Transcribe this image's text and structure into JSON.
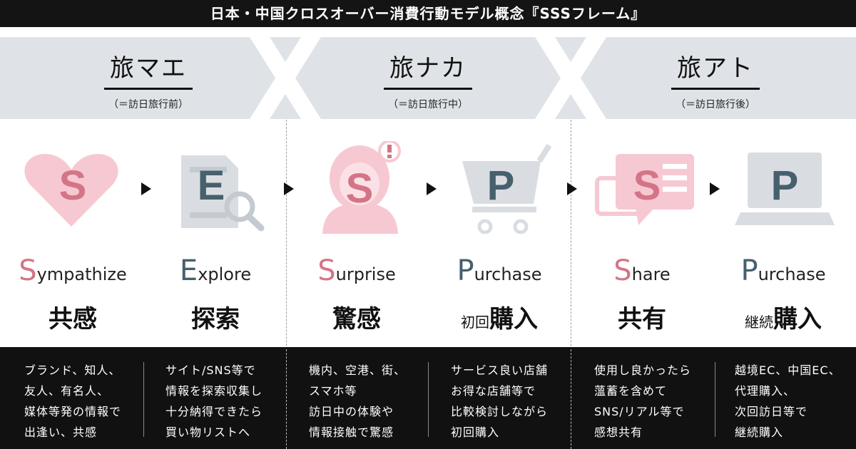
{
  "title": "日本・中国クロスオーバー消費行動モデル概念『SSSフレーム』",
  "colors": {
    "pink": "#d47587",
    "slate": "#47606d",
    "pink_light": "#f6c9d2",
    "slate_light": "#d9dde1",
    "band": "#dfe3e7",
    "dark": "#111111"
  },
  "phases": [
    {
      "name": "旅マエ",
      "sub": "（＝訪日旅行前）"
    },
    {
      "name": "旅ナカ",
      "sub": "（＝訪日旅行中）"
    },
    {
      "name": "旅アト",
      "sub": "（＝訪日旅行後）"
    }
  ],
  "crosses": [
    {
      "icon": "cross-x-icon"
    },
    {
      "icon": "cross-x-icon"
    }
  ],
  "steps": [
    {
      "letter": "S",
      "cap": "S",
      "rest": "ympathize",
      "jp_prefix": "",
      "jp": "共感",
      "icon": "heart-icon",
      "color": "pink",
      "desc": [
        "ブランド、知人、",
        "友人、有名人、",
        "媒体等発の情報で",
        "出逢い、共感"
      ]
    },
    {
      "letter": "E",
      "cap": "E",
      "rest": "xplore",
      "jp_prefix": "",
      "jp": "探索",
      "icon": "document-search-icon",
      "color": "slate",
      "desc": [
        "サイト/SNS等で",
        "情報を探索収集し",
        "十分納得できたら",
        "買い物リストへ"
      ]
    },
    {
      "letter": "S",
      "cap": "S",
      "rest": "urprise",
      "jp_prefix": "",
      "jp": "驚感",
      "icon": "surprised-woman-icon",
      "color": "pink",
      "desc": [
        "機内、空港、街、",
        "スマホ等",
        "訪日中の体験や",
        "情報接触で驚感"
      ]
    },
    {
      "letter": "P",
      "cap": "P",
      "rest": "urchase",
      "jp_prefix": "初回",
      "jp": "購入",
      "icon": "shopping-cart-icon",
      "color": "slate",
      "desc": [
        "サービス良い店舗",
        "お得な店舗等で",
        "比較検討しながら",
        "初回購入"
      ]
    },
    {
      "letter": "S",
      "cap": "S",
      "rest": "hare",
      "jp_prefix": "",
      "jp": "共有",
      "icon": "chat-bubble-icon",
      "color": "pink",
      "desc": [
        "使用し良かったら",
        "薀蓄を含めて",
        "SNS/リアル等で",
        "感想共有"
      ]
    },
    {
      "letter": "P",
      "cap": "P",
      "rest": "urchase",
      "jp_prefix": "継続",
      "jp": "購入",
      "icon": "laptop-icon",
      "color": "slate",
      "desc": [
        "越境EC、中国EC、",
        "代理購入、",
        "次回訪日等で",
        "継続購入"
      ]
    }
  ]
}
